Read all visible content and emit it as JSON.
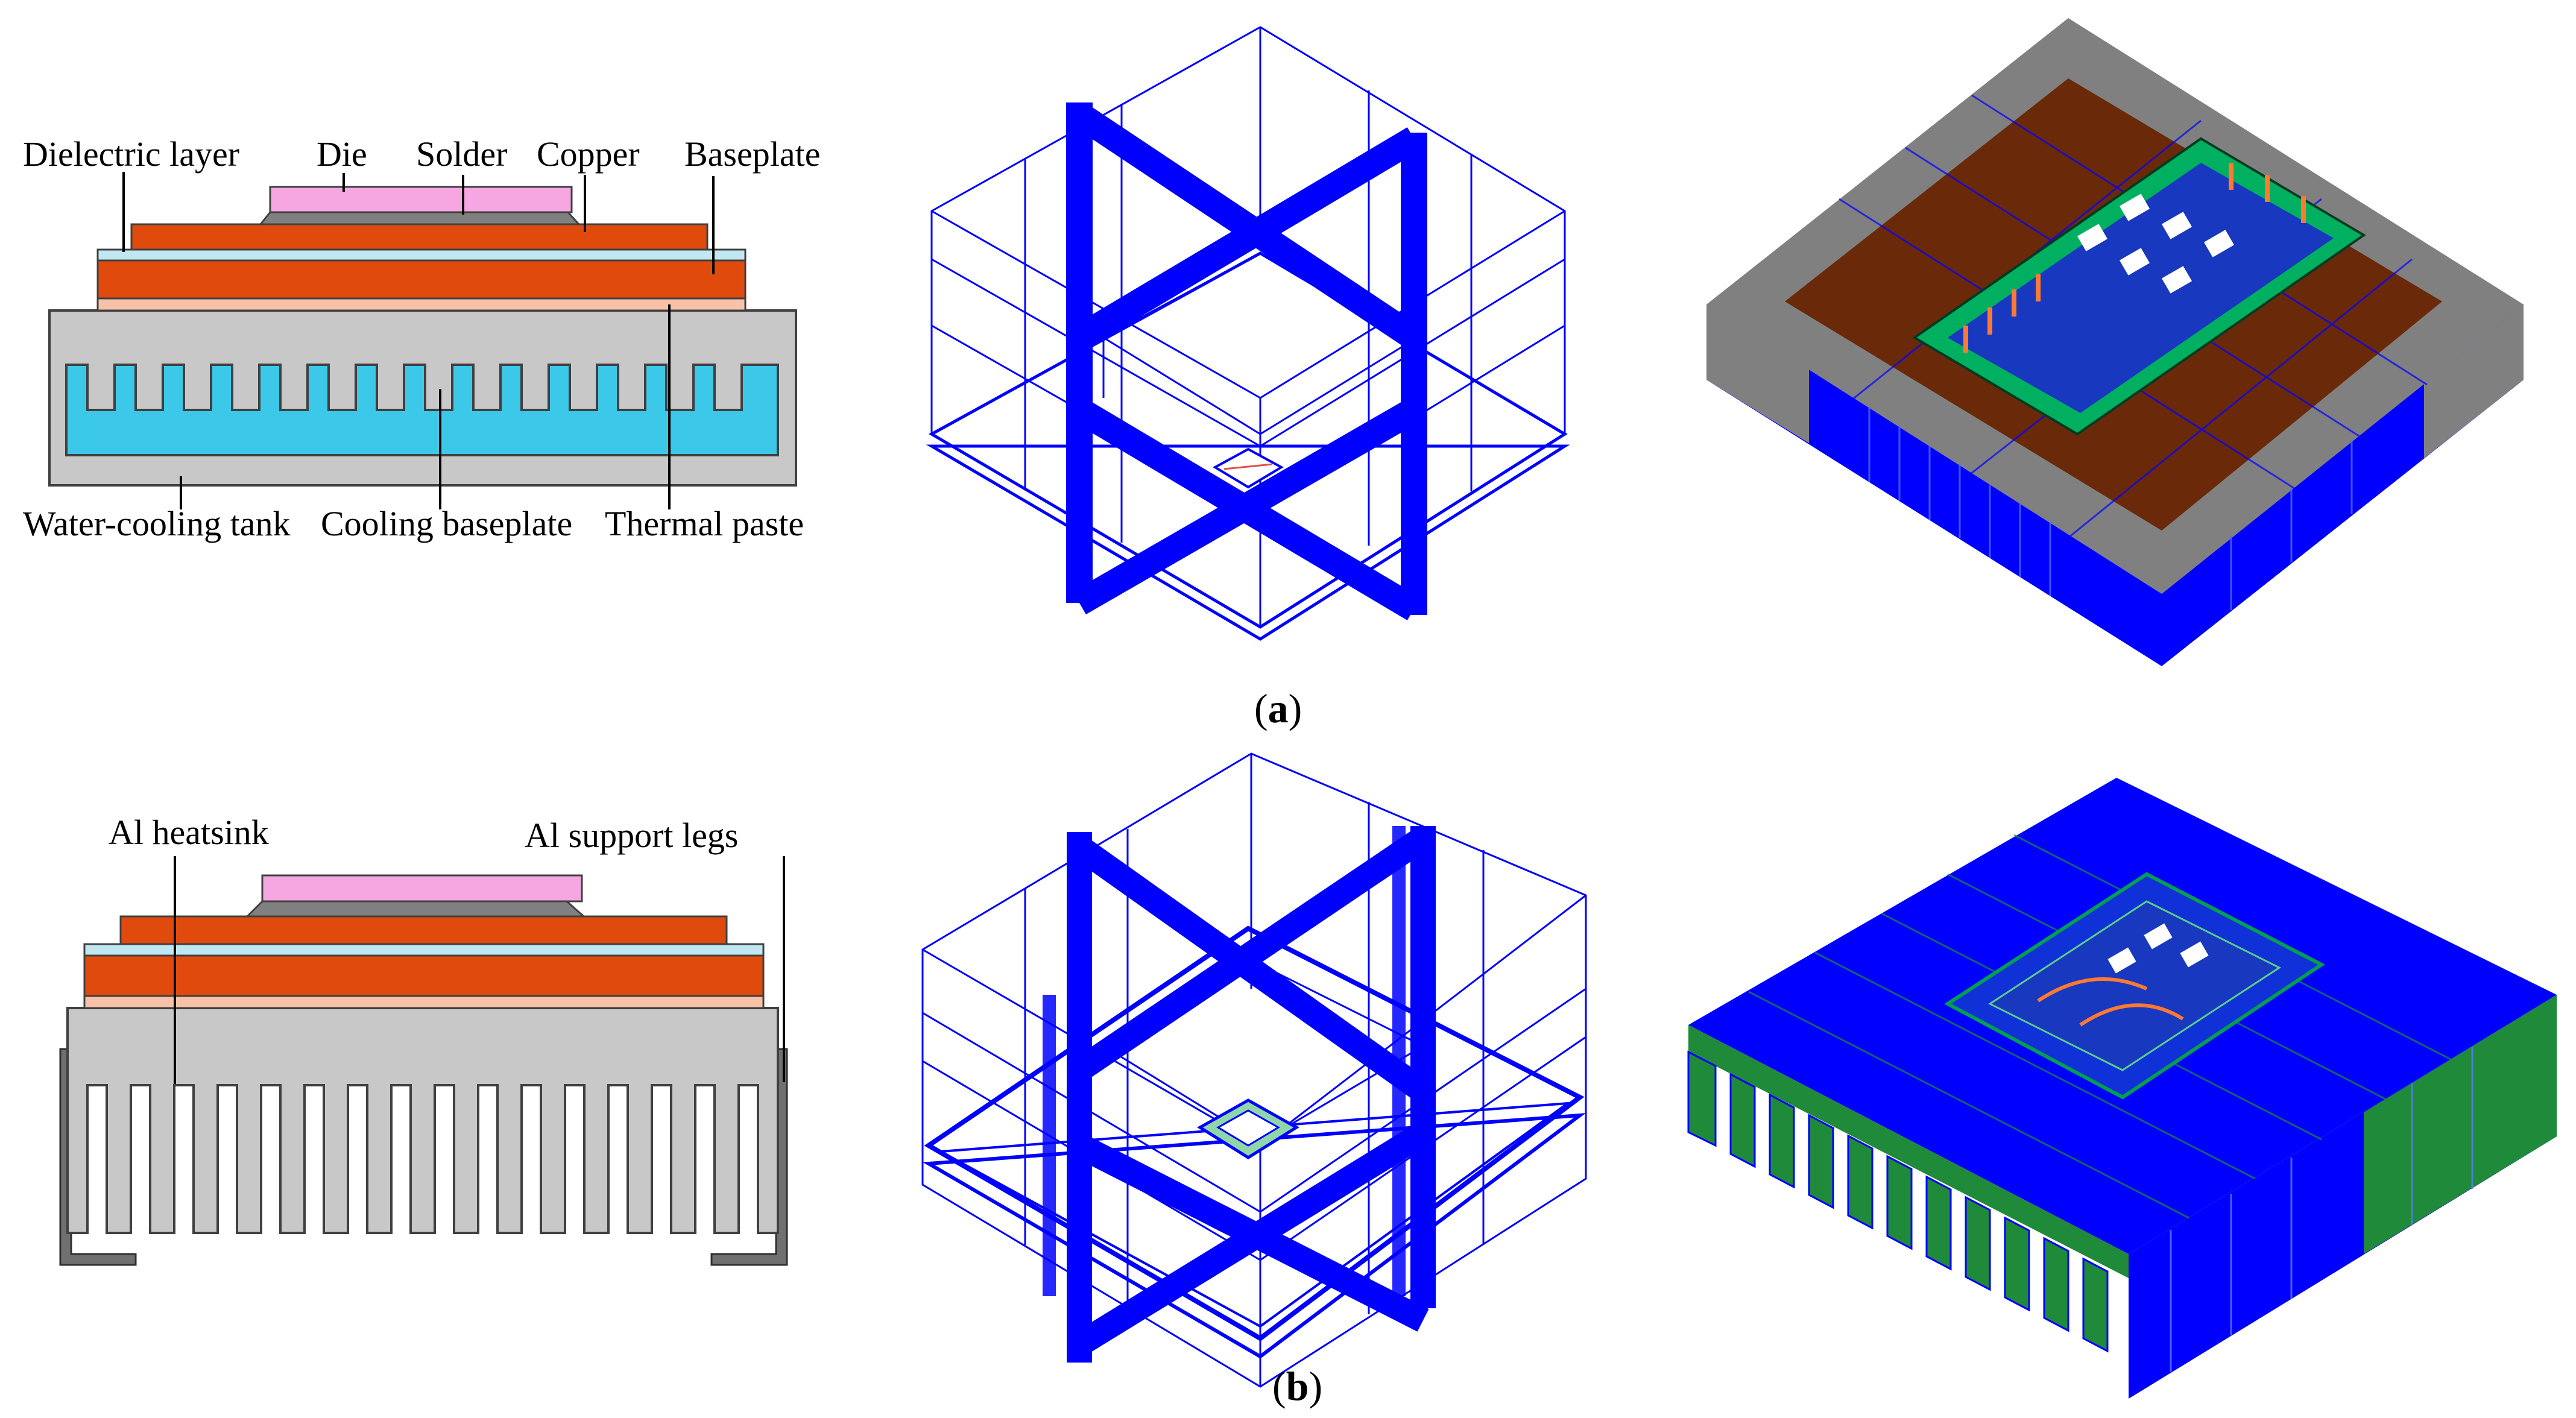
{
  "panel_a": {
    "caption_open": "(",
    "caption_letter": "a",
    "caption_close": ")",
    "labels": {
      "dielectric_layer": "Dielectric layer",
      "die": "Die",
      "solder": "Solder",
      "copper": "Copper",
      "baseplate": "Baseplate",
      "water_cooling_tank": "Water-cooling tank",
      "cooling_baseplate": "Cooling baseplate",
      "thermal_paste": "Thermal paste"
    }
  },
  "panel_b": {
    "caption_open": "(",
    "caption_letter": "b",
    "caption_close": ")",
    "labels": {
      "al_heatsink": "Al heatsink",
      "al_support_legs": "Al support legs"
    }
  },
  "colors": {
    "die": "#f6a6e0",
    "solder": "#808080",
    "copper": "#e04a0c",
    "dielectric": "#bfe8f3",
    "thermal_paste": "#f7c2a8",
    "housing": "#c8c8c8",
    "coolant": "#3cc8e8",
    "legs": "#707070",
    "mesh_blue": "#0000ff",
    "mesh_green": "#1f8a3a",
    "mesh_grey": "#808080",
    "mesh_brown": "#6a2a0a"
  }
}
